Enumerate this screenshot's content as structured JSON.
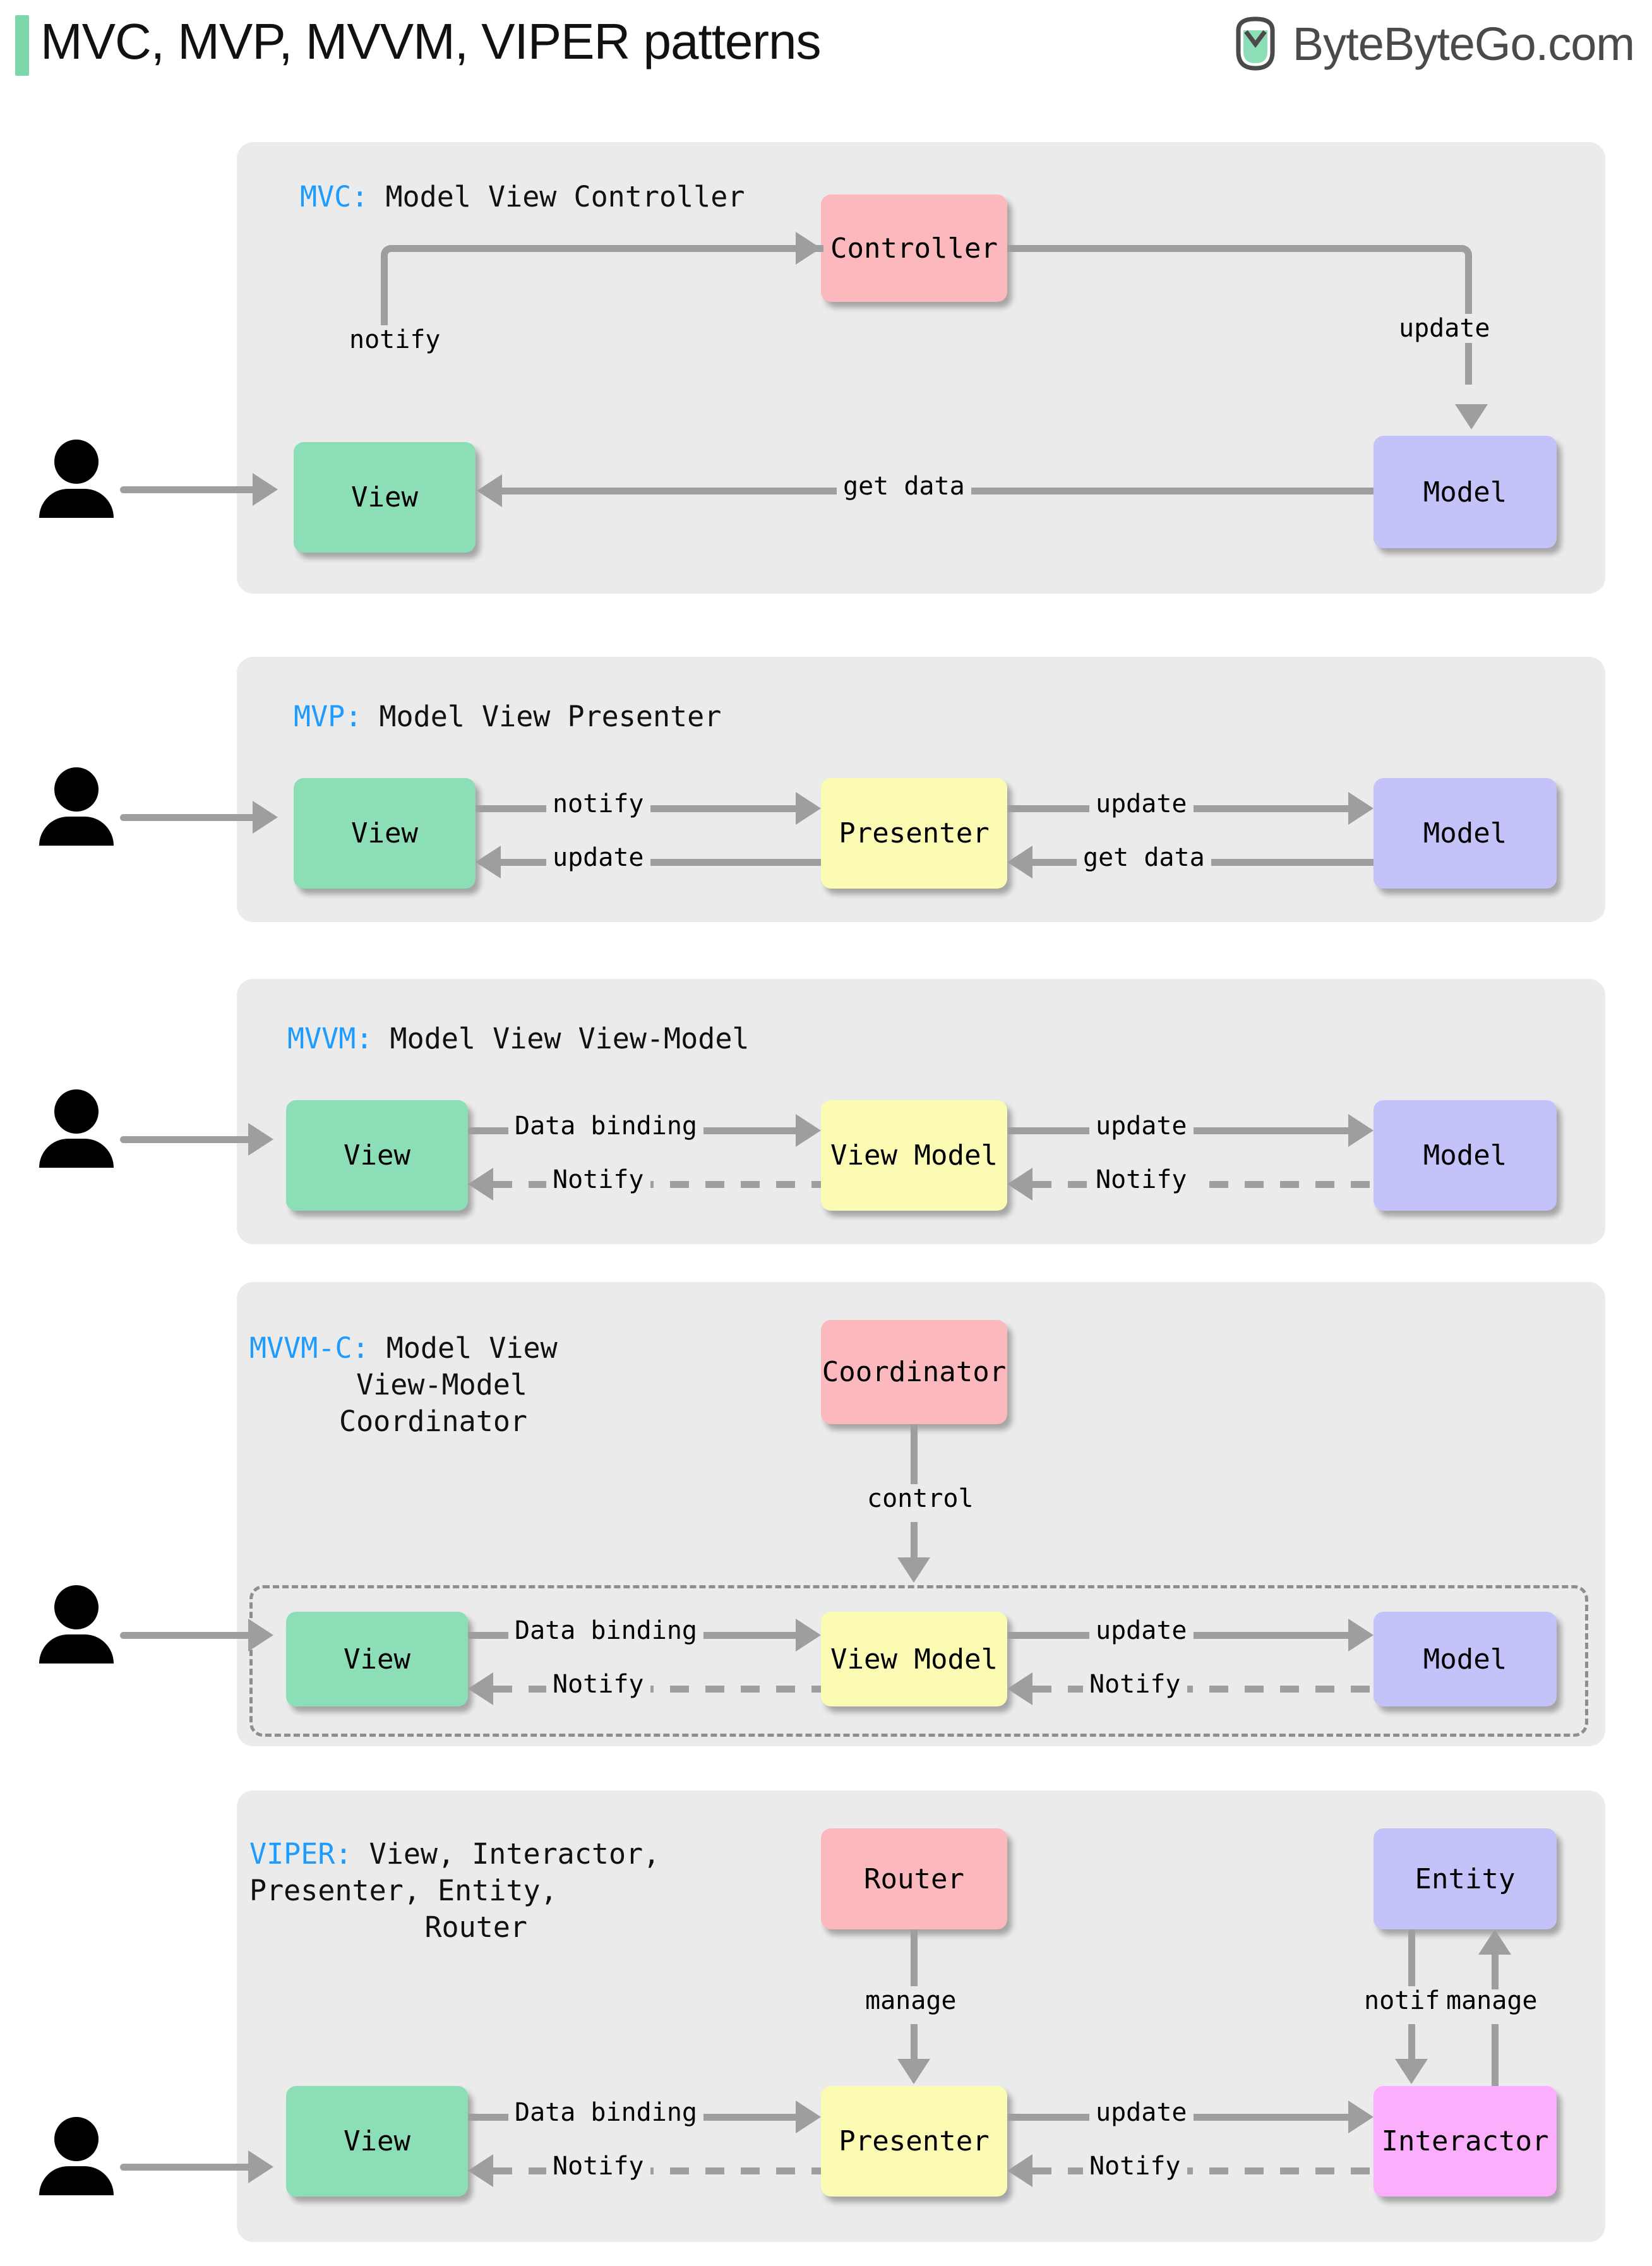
{
  "header": {
    "title": "MVC, MVP, MVVM, VIPER patterns",
    "brand": "ByteByteGo.com",
    "accent_color": "#7ed6ab",
    "abbr_color": "#1e9bff"
  },
  "nodes": {
    "view": "View",
    "model": "Model",
    "controller": "Controller",
    "presenter": "Presenter",
    "view_model": "View Model",
    "coordinator": "Coordinator",
    "router": "Router",
    "entity": "Entity",
    "interactor": "Interactor"
  },
  "sections": [
    {
      "id": "mvc",
      "abbr": "MVC:",
      "title": " Model View Controller",
      "labels": {
        "notify": "notify",
        "update": "update",
        "get_data": "get data"
      }
    },
    {
      "id": "mvp",
      "abbr": "MVP:",
      "title": " Model View Presenter",
      "labels": {
        "notify": "notify",
        "update_left": "update",
        "update_right": "update",
        "get_data": "get data"
      }
    },
    {
      "id": "mvvm",
      "abbr": "MVVM:",
      "title": " Model View View-Model",
      "labels": {
        "data_binding": "Data binding",
        "notify_left": "Notify",
        "update": "update",
        "notify_right": "Notify"
      }
    },
    {
      "id": "mvvm-c",
      "abbr": "MVVM-C:",
      "title": " Model View\nView-Model\nCoordinator",
      "labels": {
        "control": "control",
        "data_binding": "Data binding",
        "notify_left": "Notify",
        "update": "update",
        "notify_right": "Notify"
      }
    },
    {
      "id": "viper",
      "abbr": "VIPER:",
      "title": " View, Interactor,\nPresenter, Entity,\nRouter",
      "labels": {
        "manage_router": "manage",
        "data_binding": "Data binding",
        "notify_left": "Notify",
        "update": "update",
        "notify_mid": "Notify",
        "notify_entity": "notify",
        "manage_entity": "manage"
      }
    }
  ],
  "colors": {
    "panel": "#ebebeb",
    "green": "#8cdeb6",
    "red": "#fbb8bd",
    "yellow": "#fbfbb4",
    "purple": "#c3c3fa",
    "pink": "#fbaefb",
    "line": "#9e9e9e"
  }
}
